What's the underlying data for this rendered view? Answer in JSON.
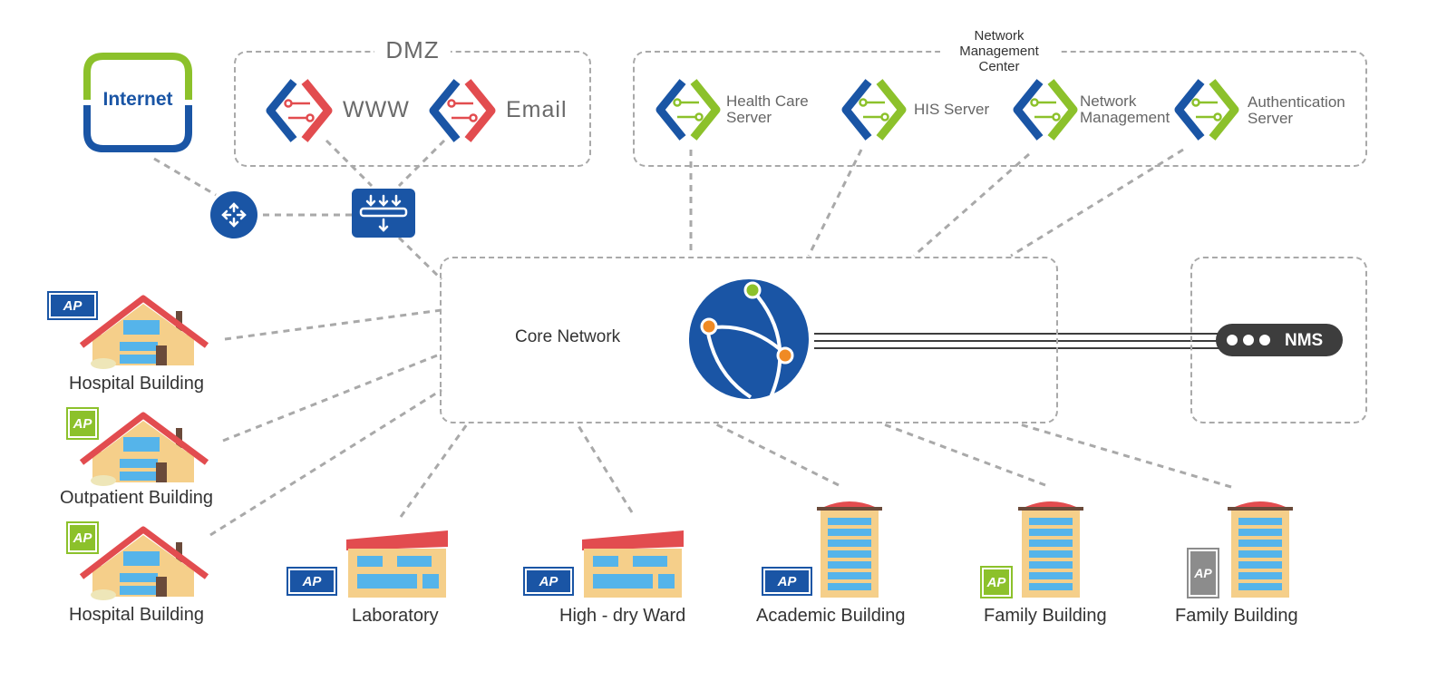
{
  "internet": {
    "label": "Internet"
  },
  "dmz": {
    "title": "DMZ",
    "servers": [
      {
        "label": "WWW"
      },
      {
        "label": "Email"
      }
    ]
  },
  "nmc": {
    "title": "Network Management Center",
    "servers": [
      {
        "label": "Health Care Server"
      },
      {
        "label": "HIS Server"
      },
      {
        "label": "Network Management"
      },
      {
        "label": "Authentication Server"
      }
    ]
  },
  "core": {
    "label": "Core Network"
  },
  "nms": {
    "label": "NMS"
  },
  "ap_label": "AP",
  "buildings": [
    {
      "label": "Hospital Building",
      "ap_style": "blue"
    },
    {
      "label": "Outpatient Building",
      "ap_style": "green"
    },
    {
      "label": "Hospital Building",
      "ap_style": "green"
    },
    {
      "label": "Laboratory",
      "ap_style": "blue"
    },
    {
      "label": "High - dry Ward",
      "ap_style": "blue"
    },
    {
      "label": "Academic Building",
      "ap_style": "blue"
    },
    {
      "label": "Family Building",
      "ap_style": "green"
    },
    {
      "label": "Family Building",
      "ap_style": "gray"
    }
  ],
  "colors": {
    "blue": "#1a55a5",
    "green": "#8cc12b",
    "red": "#e24c4f",
    "orange": "#f08a24",
    "dashed": "#a9a9a9",
    "nms_bg": "#3d3d3d"
  }
}
